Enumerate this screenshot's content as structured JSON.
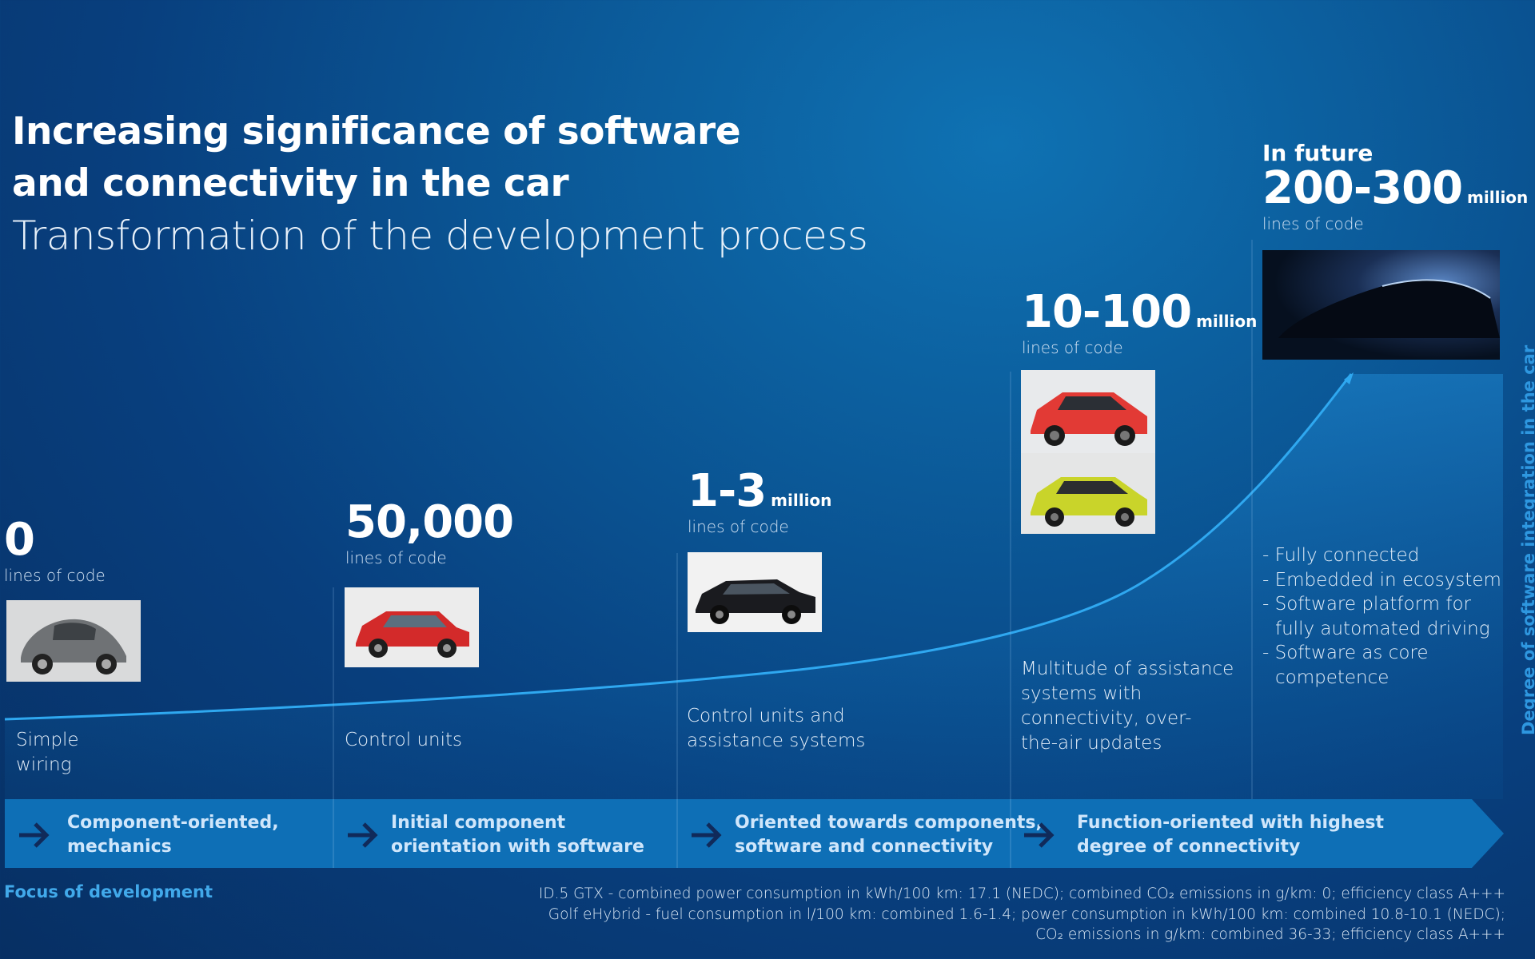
{
  "title_line1": "Increasing significance of software",
  "title_line2": "and connectivity in the car",
  "subtitle": "Transformation of the development process",
  "stages": [
    {
      "value": "0",
      "unit": "",
      "lines_label": "lines of code",
      "description": "Simple wiring",
      "description_lines": [
        "Simple",
        "wiring"
      ],
      "focus": [
        "Component-oriented,",
        "mechanics"
      ]
    },
    {
      "value": "50,000",
      "unit": "",
      "lines_label": "lines of code",
      "description_lines": [
        "Control units"
      ],
      "focus": [
        "Initial component",
        "orientation with software"
      ]
    },
    {
      "value": "1-3",
      "unit": "million",
      "lines_label": "lines of code",
      "description_lines": [
        "Control units and",
        "assistance systems"
      ],
      "focus": [
        "Oriented towards components,",
        "software and connectivity"
      ]
    },
    {
      "value": "10-100",
      "unit": "million",
      "lines_label": "lines of code",
      "description_lines": [
        "Multitude of assistance",
        "systems with",
        "connectivity, over-",
        "the-air updates"
      ],
      "focus": [
        "Function-oriented with highest",
        "degree of connectivity"
      ]
    },
    {
      "prefix": "In future",
      "value": "200-300",
      "unit": "million",
      "lines_label": "lines of code",
      "bullets": [
        [
          "Fully connected"
        ],
        [
          "Embedded in ecosystem"
        ],
        [
          "Software platform for",
          "fully automated driving"
        ],
        [
          "Software as core",
          "competence"
        ]
      ]
    }
  ],
  "focus_of_development": "Focus of development",
  "vertical_axis_label": "Degree of software integration in the car",
  "footnote_lines": [
    "ID.5 GTX - combined power consumption in kWh/100 km: 17.1 (NEDC); combined CO₂ emissions in g/km: 0; efficiency class A+++",
    "Golf eHybrid - fuel consumption in l/100 km: combined 1.6-1.4; power consumption in kWh/100 km: combined 10.8-10.1 (NEDC);",
    "CO₂ emissions in g/km: combined 36-33; efficiency class A+++"
  ],
  "colors": {
    "accent": "#2e97e0",
    "band": "#0e6fb6",
    "curve": "#2fa8f0",
    "focus_label": "#41a9ea"
  },
  "icons": [
    "arrow-right-icon"
  ]
}
